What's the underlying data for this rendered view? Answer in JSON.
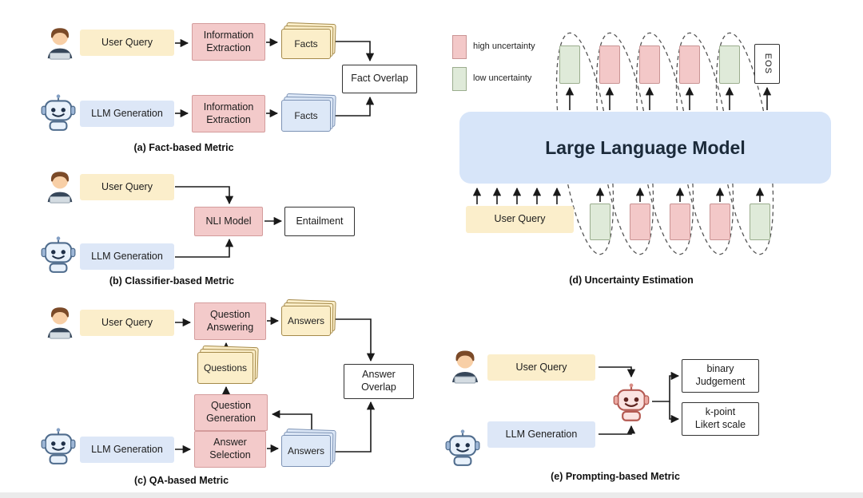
{
  "colors": {
    "user_query_fill": "#FBEECB",
    "llm_generation_fill": "#DDE7F7",
    "process_box_fill": "#F3CACA",
    "high_uncertainty_fill": "#F3C8C8",
    "low_uncertainty_fill": "#DFEAD9",
    "model_box_fill": "#D7E5F9",
    "outline_box_border": "#333333",
    "arrow_color": "#1A1A1A"
  },
  "icons": {
    "user": "person-at-laptop",
    "robot": "robot-assistant",
    "judge": "evaluator-robot"
  },
  "panels": {
    "a": {
      "caption": "(a) Fact-based Metric",
      "user_query": "User Query",
      "llm_generation": "LLM Generation",
      "information_extraction": "Information Extraction",
      "facts": "Facts",
      "fact_overlap": "Fact Overlap"
    },
    "b": {
      "caption": "(b) Classifier-based Metric",
      "user_query": "User Query",
      "llm_generation": "LLM Generation",
      "nli_model": "NLI Model",
      "entailment": "Entailment"
    },
    "c": {
      "caption": "(c) QA-based Metric",
      "user_query": "User Query",
      "llm_generation": "LLM Generation",
      "question_answering": "Question Answering",
      "questions": "Questions",
      "question_generation": "Question Generation",
      "answer_selection": "Answer Selection",
      "answers": "Answers",
      "answer_overlap": "Answer Overlap"
    },
    "d": {
      "caption": "(d) Uncertainty Estimation",
      "legend": [
        {
          "label": "high uncertainty",
          "level": "high"
        },
        {
          "label": "low uncertainty",
          "level": "low"
        }
      ],
      "model_label": "Large Language Model",
      "user_query": "User Query",
      "eos_label": "EOS",
      "top_tokens": [
        "low",
        "high",
        "high",
        "high",
        "low"
      ],
      "bottom_tokens": [
        "low",
        "high",
        "high",
        "high",
        "low"
      ]
    },
    "e": {
      "caption": "(e) Prompting-based Metric",
      "user_query": "User Query",
      "llm_generation": "LLM Generation",
      "binary_judgement": [
        "binary",
        "Judgement"
      ],
      "likert_scale": [
        "k-point",
        "Likert scale"
      ]
    }
  }
}
